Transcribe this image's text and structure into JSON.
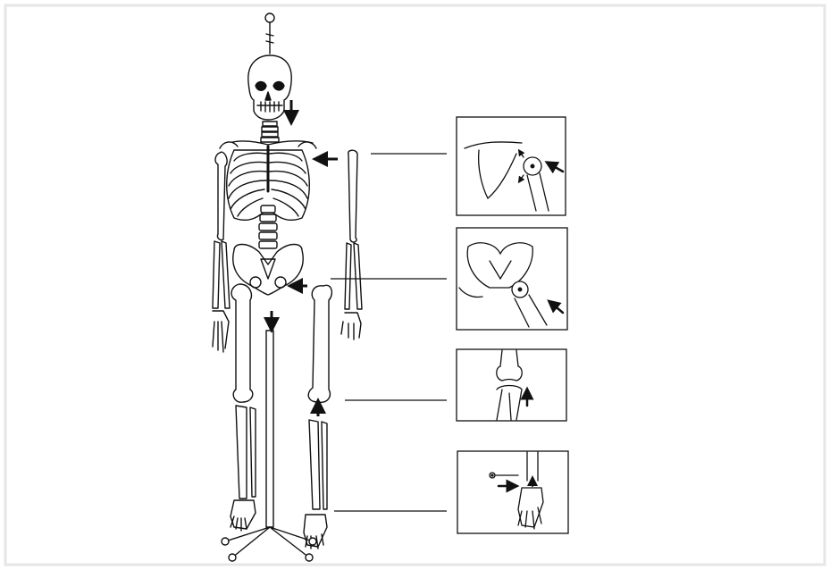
{
  "diagram": {
    "subject": "skeleton-model-assembly",
    "stroke_color": "#111111",
    "frame_color": "#e6e6e6",
    "background_color": "#ffffff",
    "detail_panels": [
      {
        "id": "shoulder-joint",
        "label": ""
      },
      {
        "id": "hip-joint",
        "label": ""
      },
      {
        "id": "knee-joint",
        "label": ""
      },
      {
        "id": "ankle-joint",
        "label": ""
      }
    ],
    "arrows": [
      "skull-down-arrow",
      "shoulder-arrow",
      "hip-arrow",
      "stand-down-arrow",
      "knee-up-arrow"
    ]
  }
}
